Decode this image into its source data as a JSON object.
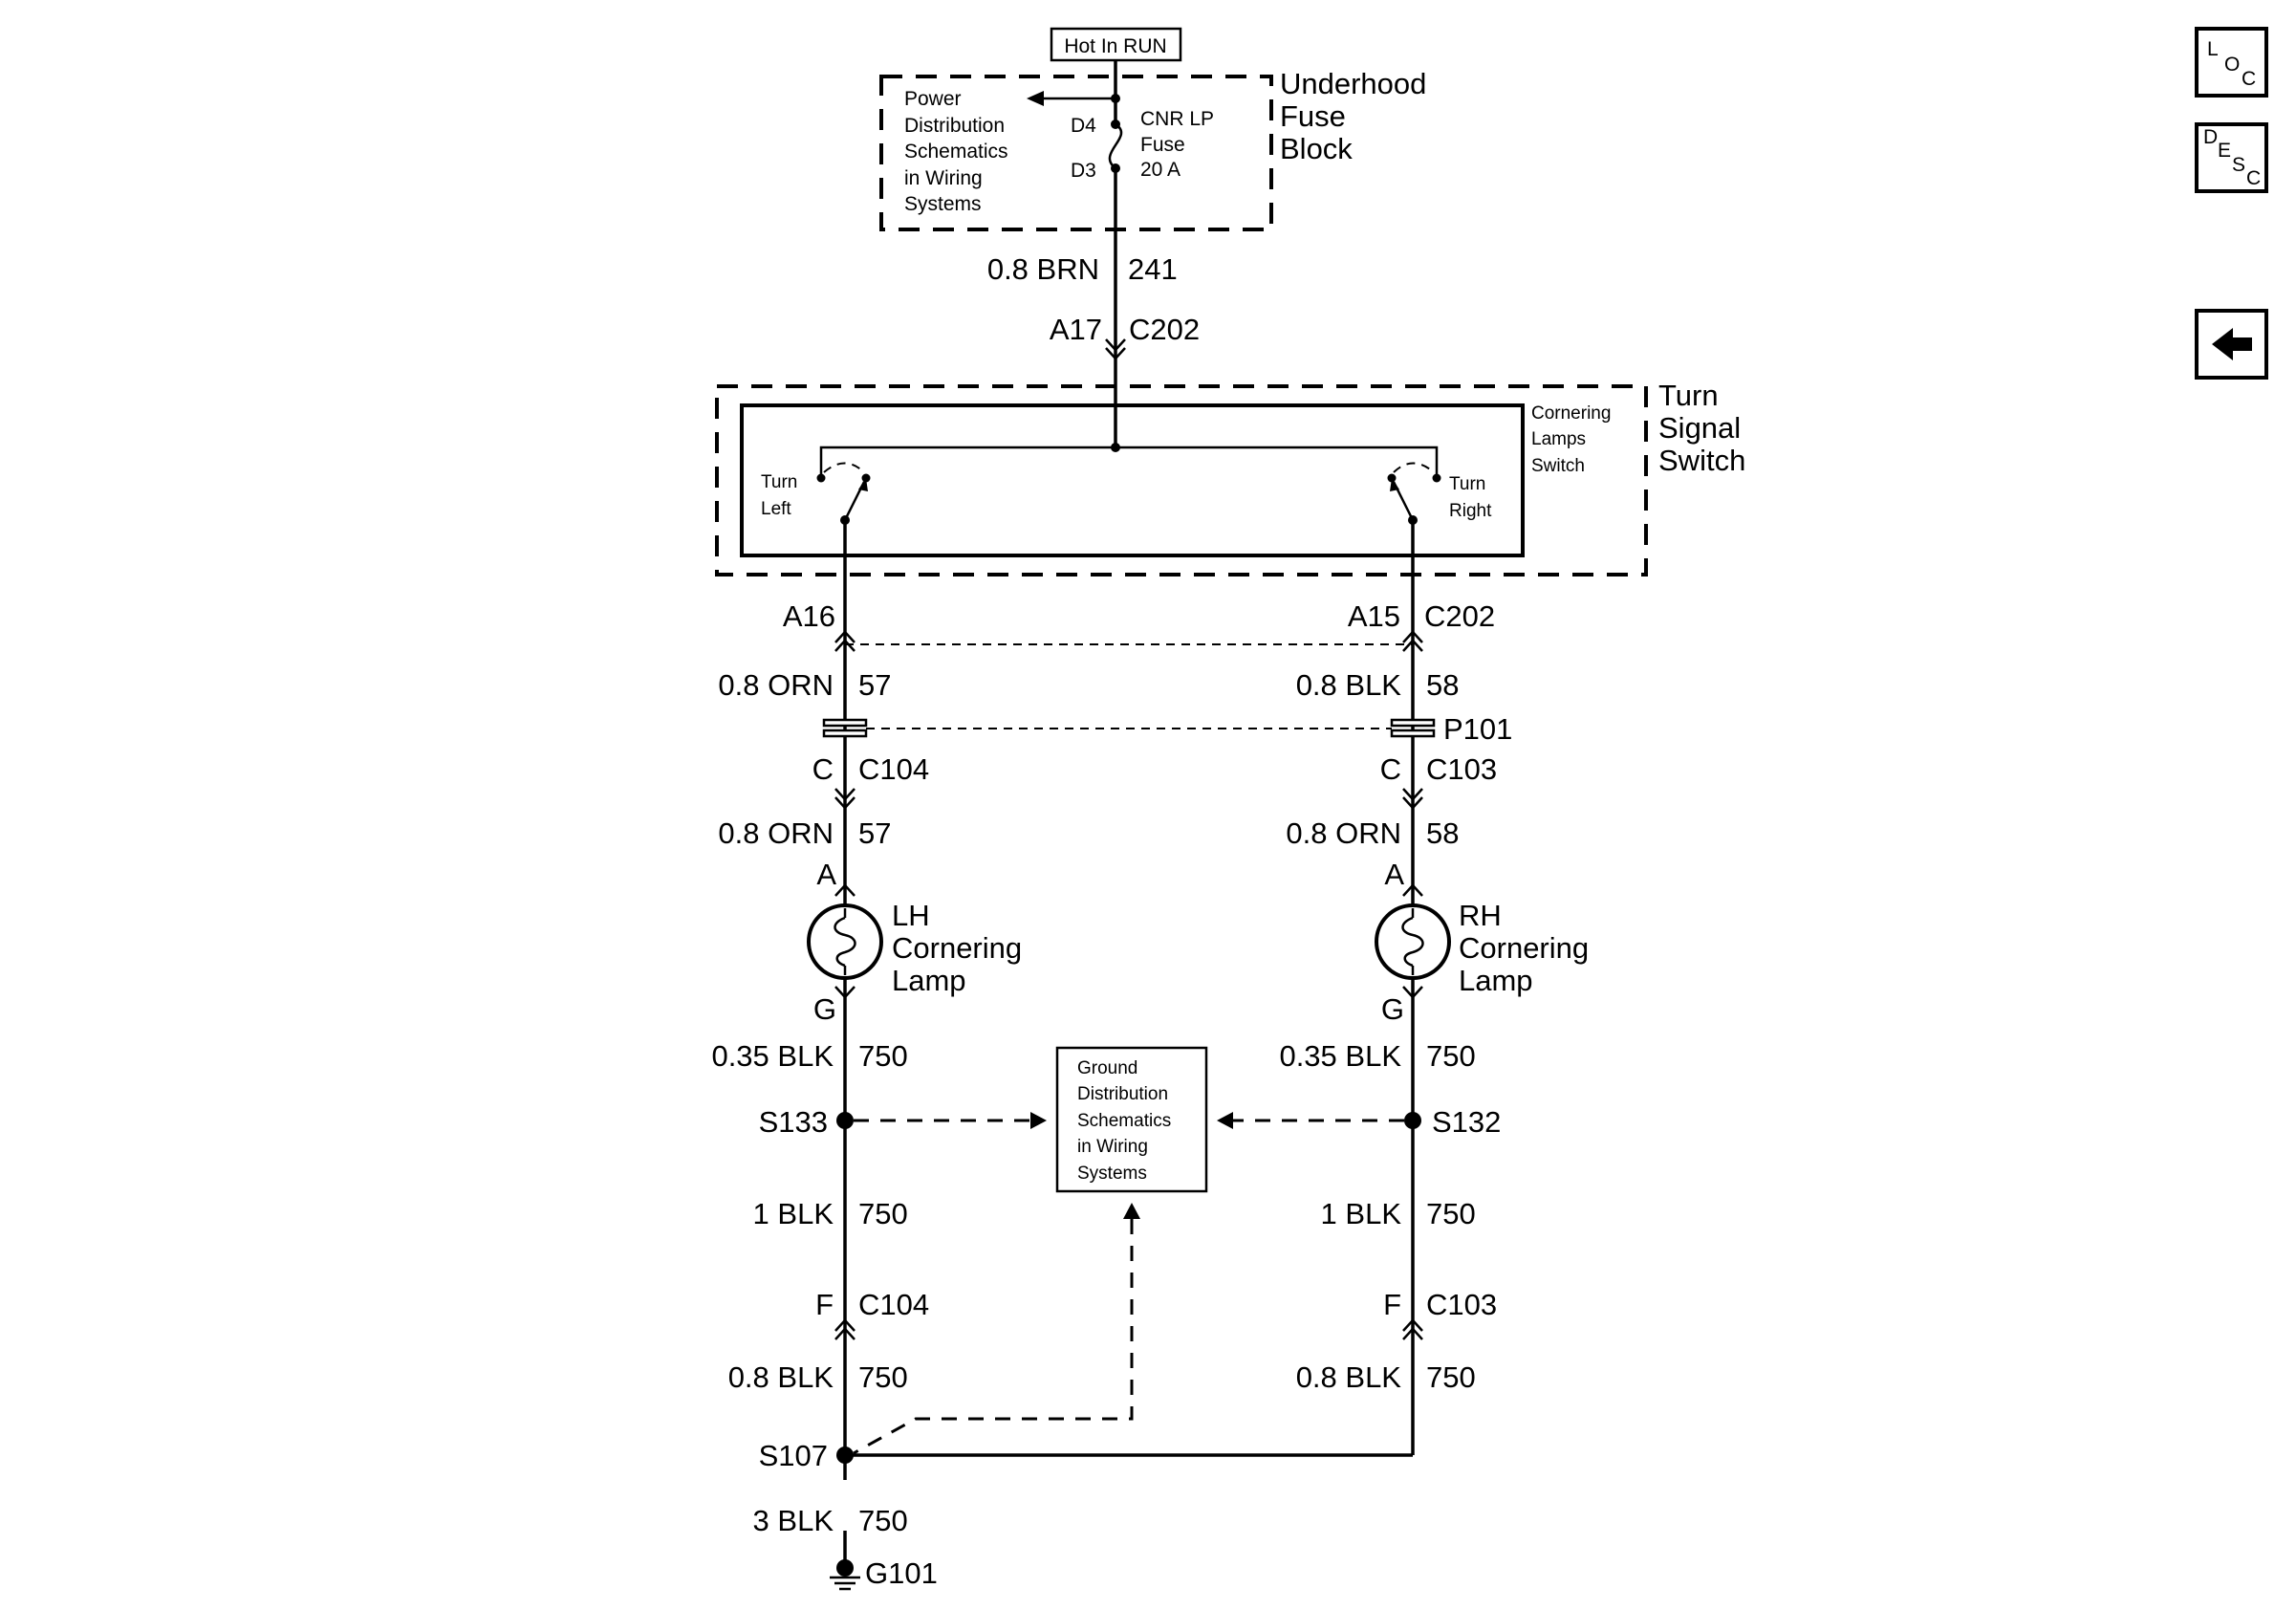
{
  "power": {
    "hot_label": "Hot In RUN",
    "ref_lines": [
      "Power",
      "Distribution",
      "Schematics",
      "in Wiring",
      "Systems"
    ],
    "fuse_block_lines": [
      "Underhood",
      "Fuse",
      "Block"
    ],
    "fuse_lines": [
      "CNR LP",
      "Fuse",
      "20 A"
    ],
    "pin_top": "D4",
    "pin_bottom": "D3"
  },
  "feed": {
    "wire_gauge": "0.8 BRN",
    "wire_circuit": "241",
    "conn_pin": "A17",
    "conn_id": "C202"
  },
  "switch": {
    "component_lines": [
      "Turn",
      "Signal",
      "Switch"
    ],
    "inner_lines": [
      "Cornering",
      "Lamps",
      "Switch"
    ],
    "left_lines": [
      "Turn",
      "Left"
    ],
    "right_lines": [
      "Turn",
      "Right"
    ]
  },
  "left": {
    "conn_pin": "A16",
    "wire1_gauge": "0.8 ORN",
    "wire1_circuit": "57",
    "conn2_pin": "C",
    "conn2_id": "C104",
    "wire2_gauge": "0.8 ORN",
    "wire2_circuit": "57",
    "lamp_pin_top": "A",
    "lamp_lines": [
      "LH",
      "Cornering",
      "Lamp"
    ],
    "lamp_pin_bottom": "G",
    "wire3_gauge": "0.35 BLK",
    "wire3_circuit": "750",
    "splice": "S133",
    "wire4_gauge": "1 BLK",
    "wire4_circuit": "750",
    "conn3_pin": "F",
    "conn3_id": "C104",
    "wire5_gauge": "0.8 BLK",
    "wire5_circuit": "750",
    "splice2": "S107",
    "wire6_gauge": "3 BLK",
    "wire6_circuit": "750",
    "ground": "G101"
  },
  "right": {
    "conn_pin": "A15",
    "conn_id": "C202",
    "wire1_gauge": "0.8 BLK",
    "wire1_circuit": "58",
    "inline_conn": "P101",
    "conn2_pin": "C",
    "conn2_id": "C103",
    "wire2_gauge": "0.8 ORN",
    "wire2_circuit": "58",
    "lamp_pin_top": "A",
    "lamp_lines": [
      "RH",
      "Cornering",
      "Lamp"
    ],
    "lamp_pin_bottom": "G",
    "wire3_gauge": "0.35 BLK",
    "wire3_circuit": "750",
    "splice": "S132",
    "wire4_gauge": "1 BLK",
    "wire4_circuit": "750",
    "conn3_pin": "F",
    "conn3_id": "C103",
    "wire5_gauge": "0.8 BLK",
    "wire5_circuit": "750"
  },
  "ground_ref": {
    "lines": [
      "Ground",
      "Distribution",
      "Schematics",
      "in Wiring",
      "Systems"
    ]
  },
  "nav": {
    "loc": {
      "l": "L",
      "o": "O",
      "c": "C"
    },
    "desc": {
      "d": "D",
      "e": "E",
      "s": "S",
      "c": "C"
    },
    "back_icon": "left-arrow-icon"
  }
}
